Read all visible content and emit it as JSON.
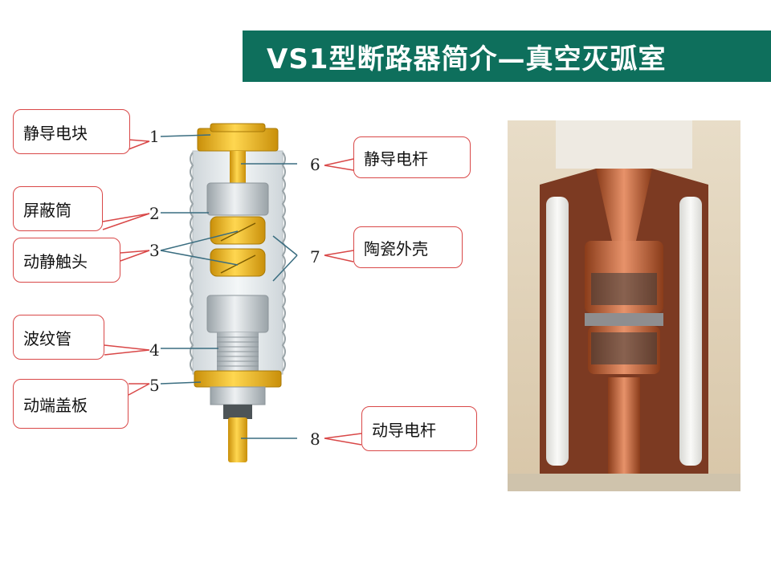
{
  "title": "VS1型断路器简介—真空灭弧室",
  "labels": {
    "l1": "静导电块",
    "l2": "屏蔽筒",
    "l3": "动静触头",
    "l4": "波纹管",
    "l5": "动端盖板",
    "l6": "静导电杆",
    "l7": "陶瓷外壳",
    "l8": "动导电杆"
  },
  "numbers": {
    "n1": "1",
    "n2": "2",
    "n3": "3",
    "n4": "4",
    "n5": "5",
    "n6": "6",
    "n7": "7",
    "n8": "8"
  },
  "colors": {
    "title_bg": "#0e6f5c",
    "callout_border": "#d94848",
    "gold": "#e8b21e",
    "copper": "#c8643a"
  }
}
